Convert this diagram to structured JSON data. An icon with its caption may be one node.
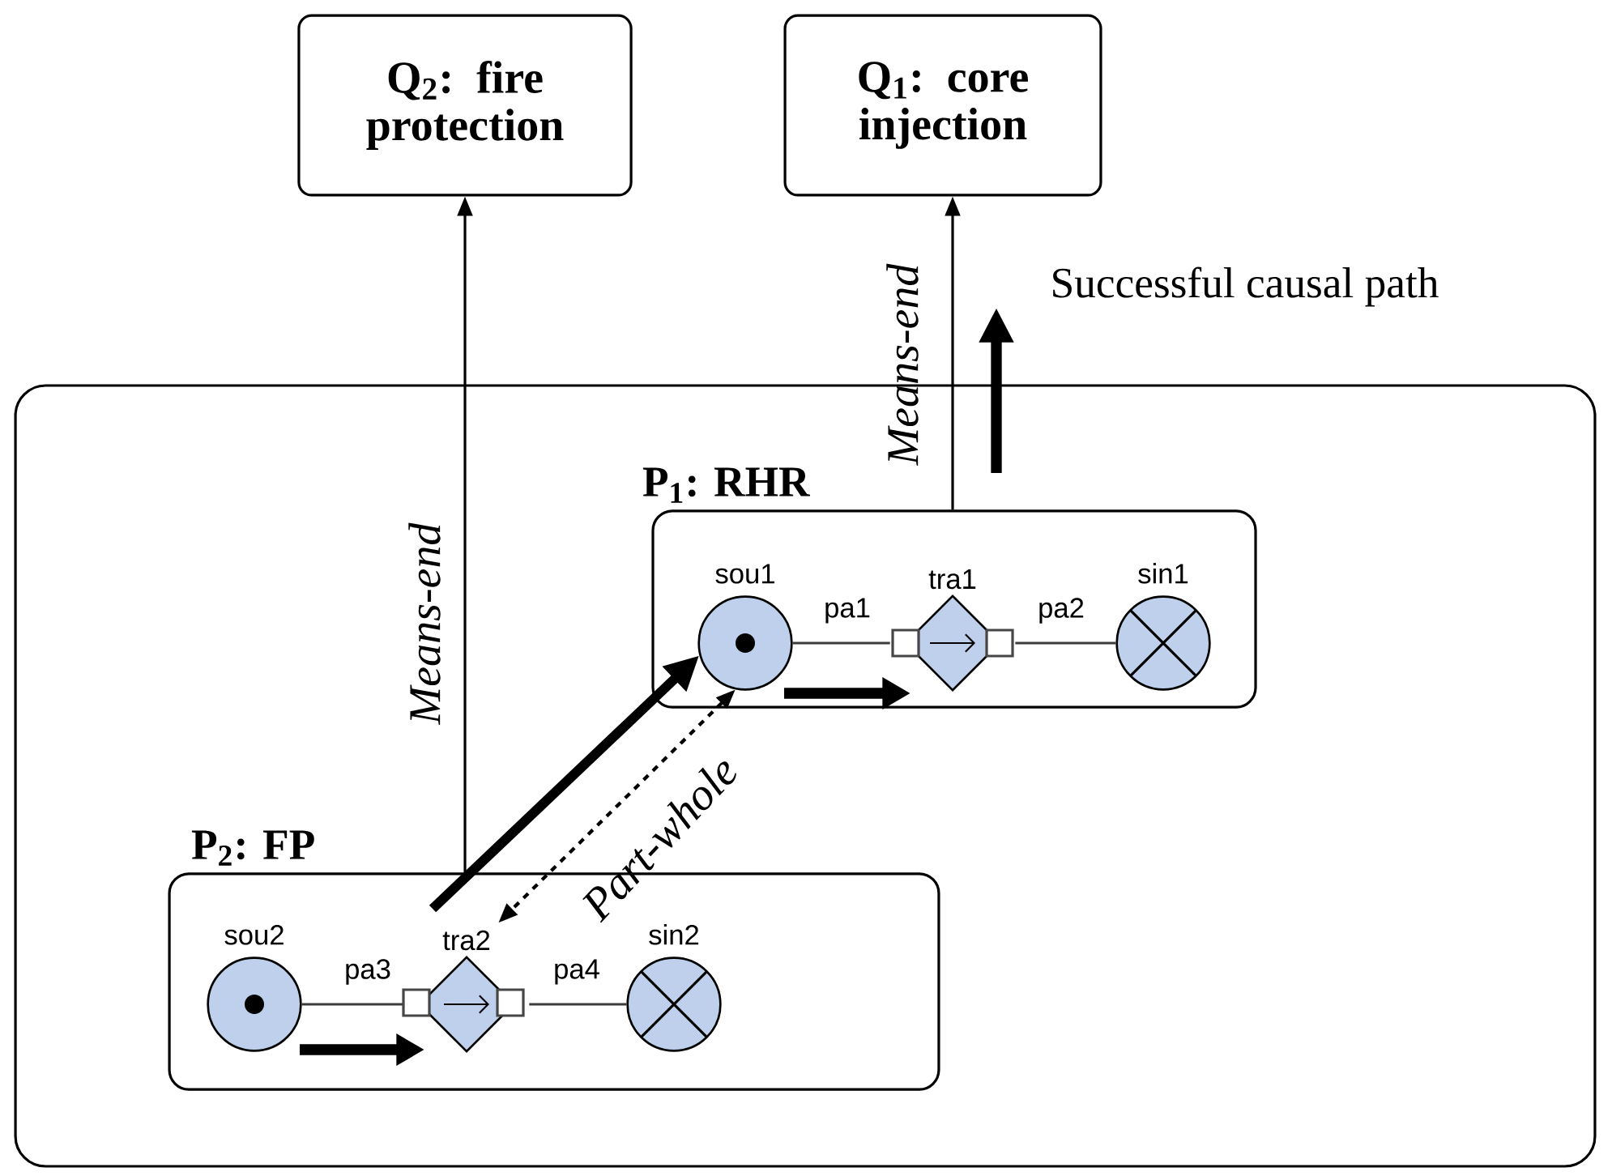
{
  "diagram": {
    "nodes": [
      {
        "text": [
          "Q$_{2}$: fire protection"
        ]
      },
      {
        "text": [
          "Q$_{1}$: core injection"
        ]
      },
      {
        "text": [],
        "shape": "box"
      },
      {
        "text": [
          "P$_{1}$: RHR"
        ],
        "in": 2
      },
      {
        "text": [
          "sou1"
        ],
        "in": 3
      },
      {
        "text": [
          "tra1"
        ],
        "in": 3
      },
      {
        "text": [
          "sin1"
        ],
        "in": 3
      },
      {
        "text": [
          "P$_{2}$: FP"
        ],
        "in": 2
      },
      {
        "text": [
          "sou2"
        ],
        "in": 7
      },
      {
        "text": [
          "tra2"
        ],
        "in": 7
      },
      {
        "text": [
          "sin2"
        ],
        "in": 7
      }
    ],
    "edges": [
      {
        "from": 4,
        "to": 5,
        "arrow": "none",
        "label": "pa1"
      },
      {
        "from": 5,
        "to": 6,
        "arrow": "none",
        "label": "pa2"
      },
      {
        "from": 8,
        "to": 9,
        "arrow": "none",
        "label": "pa3"
      },
      {
        "from": 9,
        "to": 10,
        "arrow": "none",
        "label": "pa4"
      },
      {
        "from": 7,
        "to": 0,
        "arrow": "to",
        "label": "Means-end"
      },
      {
        "from": 3,
        "to": 1,
        "arrow": "to",
        "label": "Means-end"
      },
      {
        "from": 9,
        "to": 4,
        "arrow": "to",
        "style": "thick"
      },
      {
        "from": 4,
        "to": 9,
        "arrow": "both",
        "style": "dashed",
        "label": "Part-whole"
      }
    ],
    "legend": [
      {
        "text": "Successful causal path"
      }
    ]
  }
}
